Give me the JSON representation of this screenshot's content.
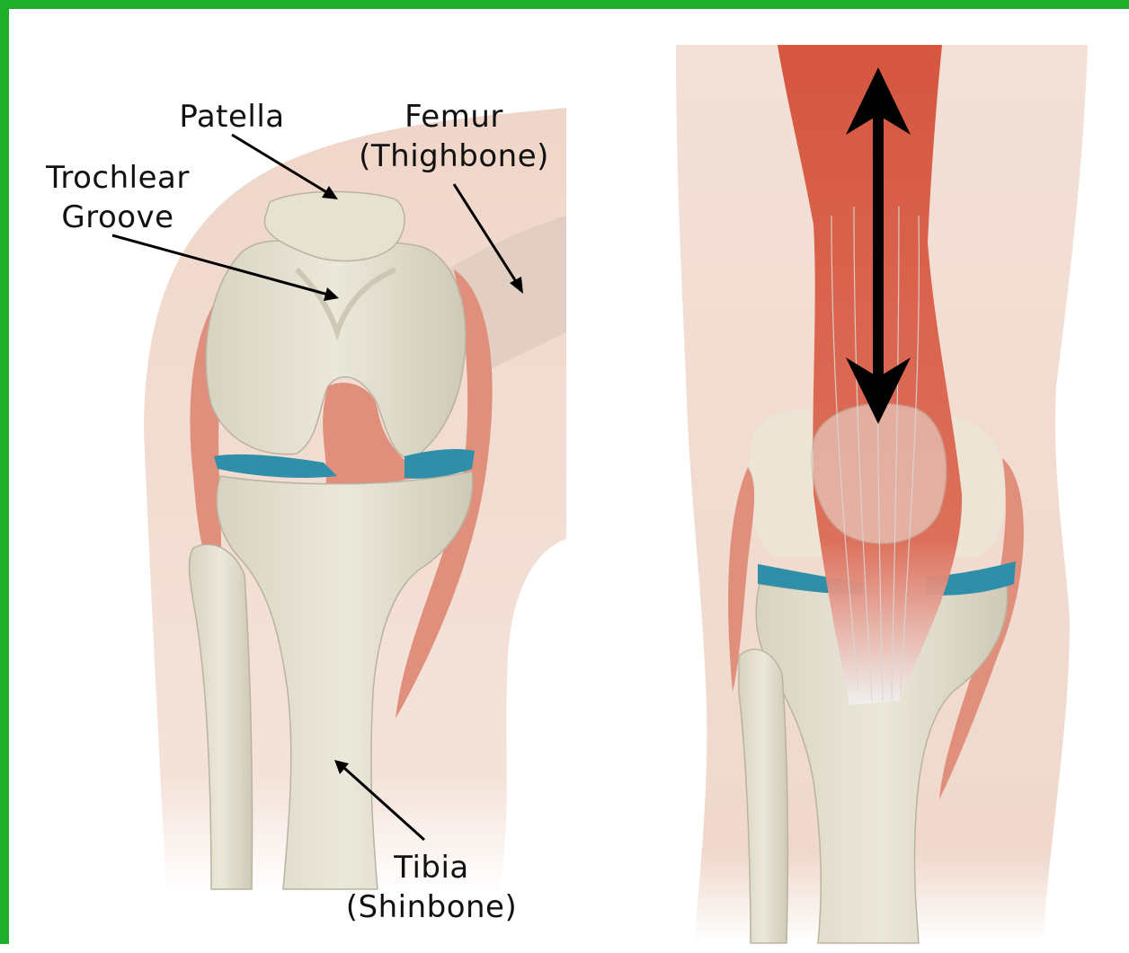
{
  "labels": {
    "patella": "Patella",
    "femur": "Femur",
    "femur_sub": "(Thighbone)",
    "trochlear": "Trochlear",
    "trochlear_sub": "Groove",
    "tibia": "Tibia",
    "tibia_sub": "(Shinbone)"
  },
  "colors": {
    "frame": "#1fae2a",
    "bone": "#e4e0d0",
    "skin": "#f1d9cd",
    "muscle": "#e08f7c",
    "meniscus": "#2f8fa8",
    "quadriceps": "#d9533c",
    "tendon": "#f3f1f0",
    "arrow": "#000000"
  }
}
